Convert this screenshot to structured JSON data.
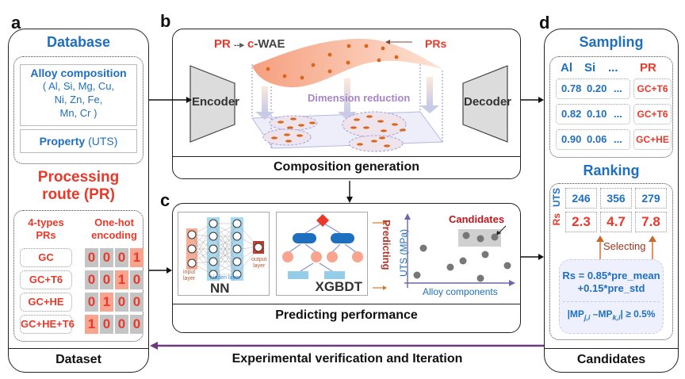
{
  "panels": {
    "a": {
      "letter": "a",
      "database_title": "Database",
      "alloy_composition_title": "Alloy composition",
      "alloy_elements_line1": "( Al, Si, Mg, Cu,",
      "alloy_elements_line2": "Ni, Zn, Fe,",
      "alloy_elements_line3": "Mn, Cr )",
      "property_bold": "Property",
      "property_value": "(UTS)",
      "processing_title_line1": "Processing",
      "processing_title_line2": "route (PR)",
      "pr_types_header_line1": "4-types",
      "pr_types_header_line2": "PRs",
      "onehot_header_line1": "One-hot",
      "onehot_header_line2": "encoding",
      "routes": [
        {
          "label": "GC",
          "bits": [
            0,
            0,
            0,
            1
          ]
        },
        {
          "label": "GC+T6",
          "bits": [
            0,
            0,
            1,
            0
          ]
        },
        {
          "label": "GC+HE",
          "bits": [
            0,
            1,
            0,
            0
          ]
        },
        {
          "label": "GC+HE+T6",
          "bits": [
            1,
            0,
            0,
            0
          ]
        }
      ],
      "footer": "Dataset"
    },
    "b": {
      "letter": "b",
      "pr_text": "PR",
      "arrow_text": "--▸",
      "cwae_c": "c",
      "cwae_rest": "-WAE",
      "prs_label": "PRs",
      "encoder": "Encoder",
      "decoder": "Decoder",
      "dimension_reduction": "Dimension reduction",
      "footer": "Composition generation"
    },
    "c": {
      "letter": "c",
      "nn_label": "NN",
      "input_layer_line1": "input",
      "input_layer_line2": "layer",
      "hidden_layer": "hidden layer",
      "output_layer_line1": "output",
      "output_layer_line2": "layer",
      "xgbdt_label": "XGBDT",
      "predicting": "Predicting",
      "y_axis_label": "UTS (MPa)",
      "x_axis_label": "Alloy components",
      "candidates_label": "Candidates",
      "footer": "Predicting performance"
    },
    "d": {
      "letter": "d",
      "sampling_title": "Sampling",
      "sampling_headers": [
        "Al",
        "Si",
        "...",
        "PR"
      ],
      "sampling_rows": [
        {
          "al": "0.78",
          "si": "0.20",
          "more": "...",
          "pr": "GC+T6"
        },
        {
          "al": "0.82",
          "si": "0.10",
          "more": "...",
          "pr": "GC+T6"
        },
        {
          "al": "0.90",
          "si": "0.06",
          "more": "...",
          "pr": "GC+HE"
        }
      ],
      "ranking_title": "Ranking",
      "uts_label": "UTS",
      "rs_label": "Rs",
      "uts_values": [
        "246",
        "356",
        "279"
      ],
      "rs_values": [
        "2.3",
        "4.7",
        "7.8"
      ],
      "selecting": "Selecting",
      "formula_line1": "Rs = 0.85*pre_mean",
      "formula_line2": "+0.15*pre_std",
      "constraint_prefix": "|MP",
      "constraint_sub1": "j,i",
      "constraint_mid": " –MP",
      "constraint_sub2": "k,i",
      "constraint_suffix": "| ≥ 0.5%",
      "footer": "Candidates"
    }
  },
  "feedback_label": "Experimental verification and Iteration",
  "colors": {
    "blue": "#1f6fc0",
    "red": "#e8392b",
    "purple": "#6b3a7d",
    "bit_off": "#c4c4c4",
    "bit_on": "#f8a48f"
  }
}
